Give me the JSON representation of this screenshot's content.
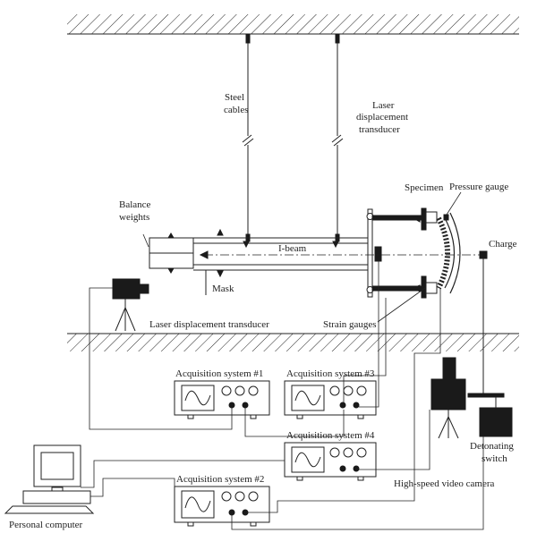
{
  "labels": {
    "steel_cables": [
      "Steel",
      "cables"
    ],
    "laser_top": [
      "Laser",
      "displacement",
      "transducer"
    ],
    "specimen": "Specimen",
    "pressure_gauge": "Pressure gauge",
    "balance_weights": [
      "Balance",
      "weights"
    ],
    "i_beam": "I-beam",
    "charge": "Charge",
    "mask": "Mask",
    "laser_bottom": "Laser displacement transducer",
    "strain_gauges": "Strain gauges",
    "acq1": "Acquisition system #1",
    "acq2": "Acquisition system #2",
    "acq3": "Acquisition system #3",
    "acq4": "Acquisition system #4",
    "high_speed_camera": "High-speed video camera",
    "detonating_switch": [
      "Detonating",
      "switch"
    ],
    "personal_computer": "Personal computer"
  },
  "colors": {
    "ink": "#222222",
    "dark": "#1a1a1a",
    "background": "#ffffff"
  }
}
